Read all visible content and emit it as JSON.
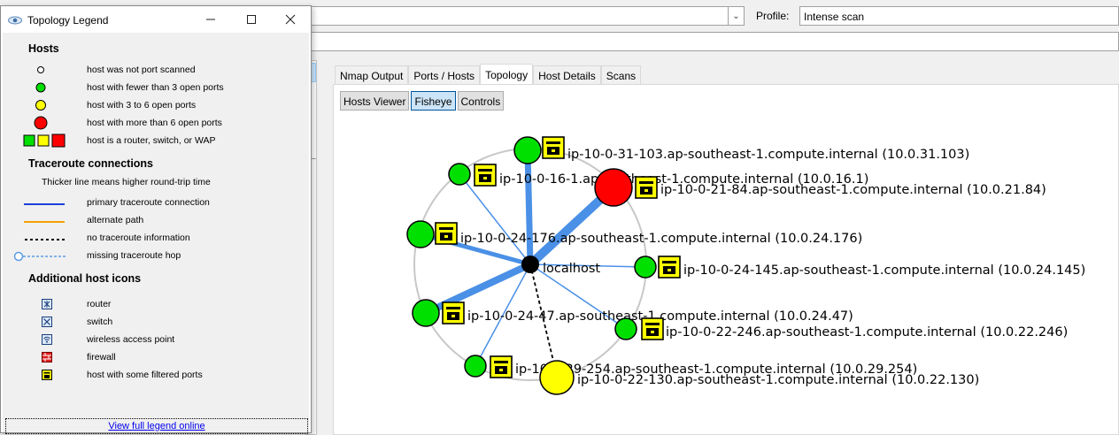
{
  "toolbar": {
    "profile_label": "Profile:",
    "profile_value": "Intense scan"
  },
  "tabs": [
    {
      "label": "Nmap Output"
    },
    {
      "label": "Ports / Hosts"
    },
    {
      "label": "Topology",
      "active": true
    },
    {
      "label": "Host Details"
    },
    {
      "label": "Scans"
    }
  ],
  "subtabs": [
    {
      "label": "Hosts Viewer"
    },
    {
      "label": "Fisheye",
      "active": true
    },
    {
      "label": "Controls"
    }
  ],
  "legend": {
    "title": "Topology Legend",
    "hosts_heading": "Hosts",
    "hosts": [
      {
        "label": "host was not port scanned",
        "color": "#ffffff"
      },
      {
        "label": "host with fewer than 3 open ports",
        "color": "#00e000"
      },
      {
        "label": "host with 3 to 6 open ports",
        "color": "#ffff00"
      },
      {
        "label": "host with more than 6 open ports",
        "color": "#ff0000"
      },
      {
        "label": "host is a router, switch, or WAP"
      }
    ],
    "traceroute_heading": "Traceroute connections",
    "traceroute_note": "Thicker line means higher round-trip time",
    "connections": [
      {
        "label": "primary traceroute connection",
        "color": "#1c3fdc"
      },
      {
        "label": "alternate path",
        "color": "#f4a000"
      },
      {
        "label": "no traceroute information",
        "color": "#000000"
      },
      {
        "label": "missing traceroute hop",
        "color": "#5c9ce6"
      }
    ],
    "icons_heading": "Additional host icons",
    "icons": [
      {
        "label": "router",
        "icon": "router-icon"
      },
      {
        "label": "switch",
        "icon": "switch-icon"
      },
      {
        "label": "wireless access point",
        "icon": "wireless-icon"
      },
      {
        "label": "firewall",
        "icon": "firewall-icon"
      },
      {
        "label": "host with some filtered ports",
        "icon": "filtered-icon"
      }
    ],
    "link_text": "View full legend online"
  },
  "topology": {
    "center_label": "localhost",
    "hosts": [
      {
        "label": "ip-10-0-31-103.ap-southeast-1.compute.internal (10.0.31.103)",
        "color": "#00e000"
      },
      {
        "label": "ip-10-0-16-1.ap-southeast-1.compute.internal (10.0.16.1)",
        "color": "#00e000"
      },
      {
        "label": "ip-10-0-21-84.ap-southeast-1.compute.internal (10.0.21.84)",
        "color": "#ff0000"
      },
      {
        "label": "ip-10-0-24-176.ap-southeast-1.compute.internal (10.0.24.176)",
        "color": "#00e000"
      },
      {
        "label": "ip-10-0-24-145.ap-southeast-1.compute.internal (10.0.24.145)",
        "color": "#00e000"
      },
      {
        "label": "ip-10-0-24-47.ap-southeast-1.compute.internal (10.0.24.47)",
        "color": "#00e000"
      },
      {
        "label": "ip-10-0-22-246.ap-southeast-1.compute.internal (10.0.22.246)",
        "color": "#00e000"
      },
      {
        "label": "ip-10-0-29-254.ap-southeast-1.compute.internal (10.0.29.254)",
        "color": "#00e000"
      },
      {
        "label": "ip-10-0-22-130.ap-southeast-1.compute.internal (10.0.22.130)",
        "color": "#ffff00"
      }
    ]
  }
}
